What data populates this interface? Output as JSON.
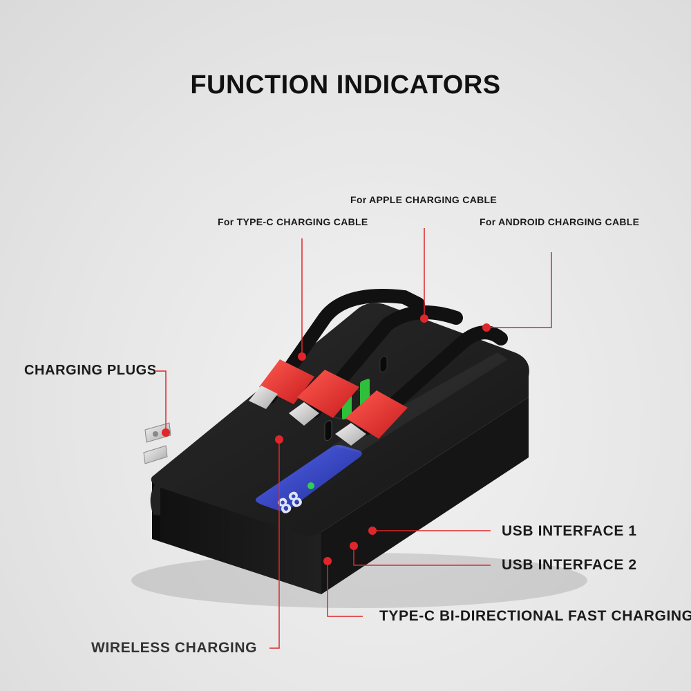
{
  "title": "FUNCTION INDICATORS",
  "labels": {
    "type_c_cable": "For TYPE-C CHARGING CABLE",
    "apple_cable": "For APPLE CHARGING CABLE",
    "android_cable": "For ANDROID CHARGING CABLE",
    "charging_plugs": "CHARGING PLUGS",
    "usb_interface_1": "USB INTERFACE 1",
    "usb_interface_2": "USB INTERFACE 2",
    "type_c_port": "TYPE-C BI-DIRECTIONAL FAST CHARGING",
    "wireless_charging": "WIRELESS CHARGING"
  },
  "display_digits": "88",
  "colors": {
    "accent_red": "#e0262b",
    "body_black": "#1b1b1b",
    "display_blue": "#3a4fd6",
    "led_green": "#2fd14a",
    "usb_green": "#2fbf3a"
  }
}
